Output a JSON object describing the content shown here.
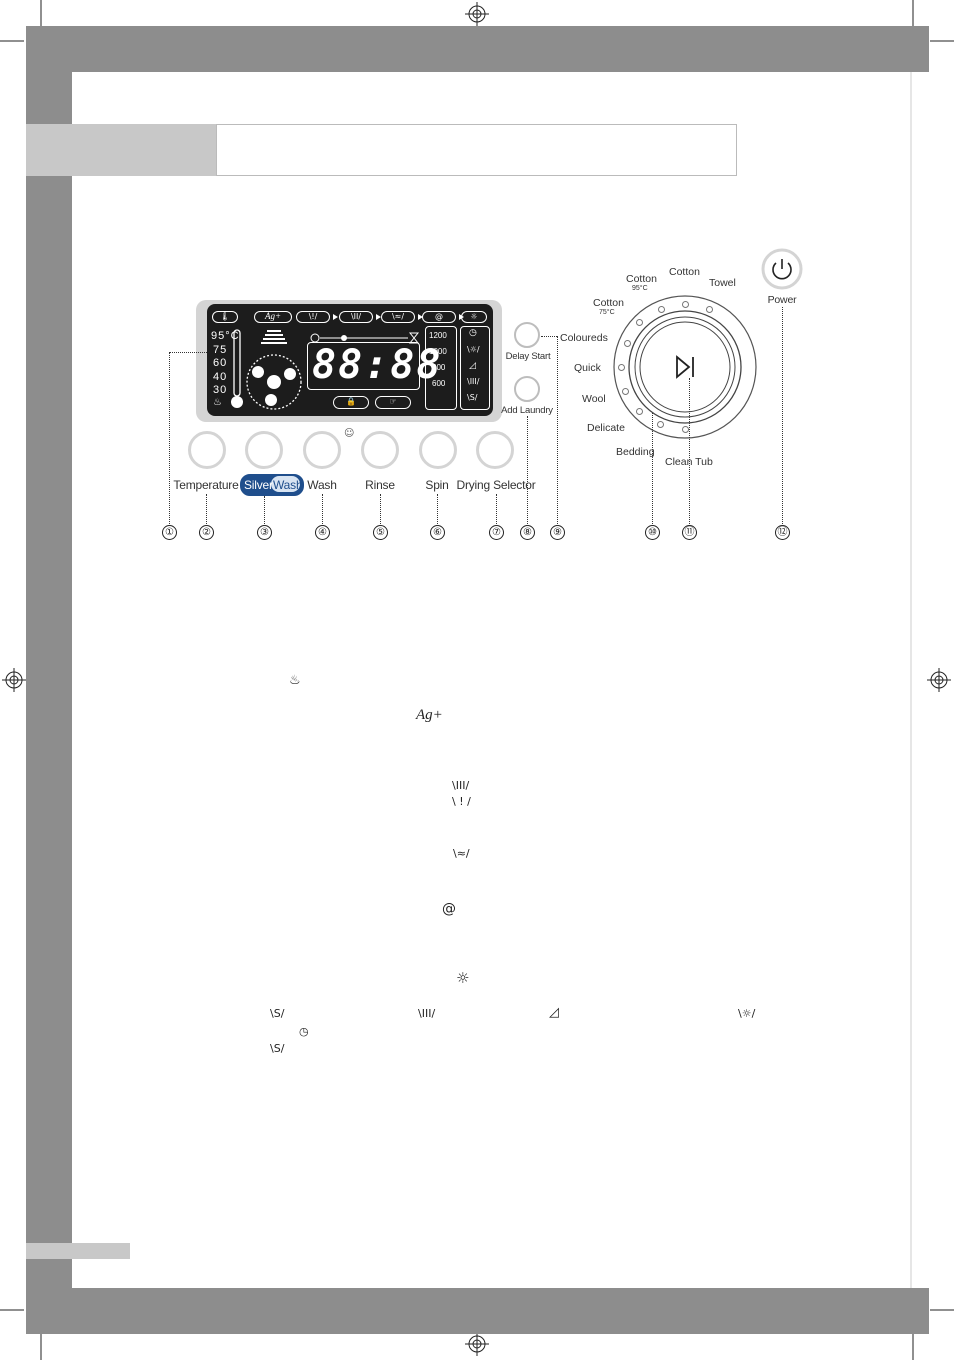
{
  "display": {
    "temperatures": [
      "95°C",
      "75",
      "60",
      "40",
      "30"
    ],
    "digits": "88:88",
    "spin_speeds": [
      "1200",
      "1000",
      "800",
      "600"
    ],
    "silver_icon": "Ag+"
  },
  "buttons": {
    "temperature": "Temperature",
    "silver": "Silver",
    "wash_part": "Wash",
    "wash": "Wash",
    "rinse": "Rinse",
    "spin": "Spin",
    "drying_selector": "Drying Selector",
    "delay_start": "Delay Start",
    "add_laundry": "Add Laundry",
    "power": "Power"
  },
  "programs": {
    "cotton": "Cotton",
    "cotton95": "Cotton",
    "cotton95_sub": "95°C",
    "cotton75": "Cotton",
    "cotton75_sub": "75°C",
    "towel": "Towel",
    "coloureds": "Coloureds",
    "quick": "Quick",
    "wool": "Wool",
    "delicate": "Delicate",
    "bedding": "Bedding",
    "clean_tub": "Clean Tub"
  },
  "callouts": [
    "①",
    "②",
    "③",
    "④",
    "⑤",
    "⑥",
    "⑦",
    "⑧",
    "⑨",
    "⑩",
    "⑪",
    "⑫"
  ],
  "icons": {
    "temperature": "thermometer-icon",
    "silver": "ag-plus-icon",
    "prewash": "prewash-tub-icon",
    "wash": "wash-tub-icon",
    "rinse": "rinse-tub-icon",
    "spin": "spin-spiral-icon",
    "dry": "sun-dry-icon",
    "power": "power-icon",
    "start_pause": "play-pause-icon"
  }
}
